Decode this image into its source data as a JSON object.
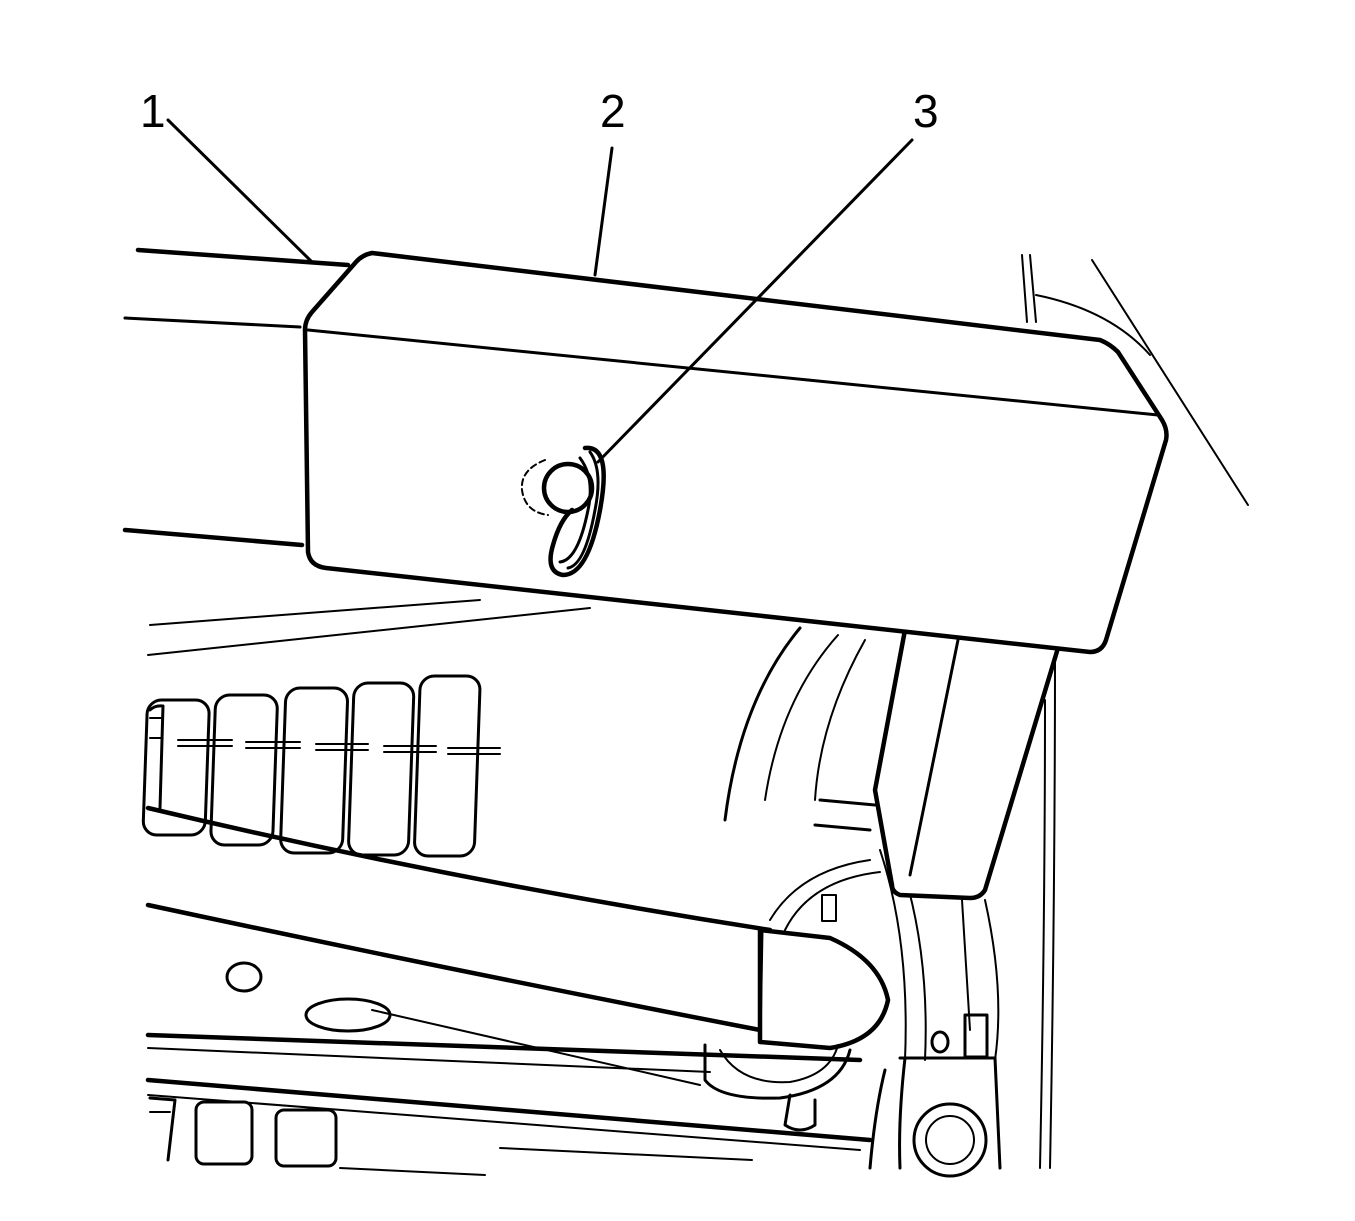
{
  "callouts": [
    {
      "id": 1,
      "label": "1"
    },
    {
      "id": 2,
      "label": "2"
    },
    {
      "id": 3,
      "label": "3"
    }
  ],
  "colors": {
    "ink": "#000000",
    "paper": "#ffffff"
  }
}
